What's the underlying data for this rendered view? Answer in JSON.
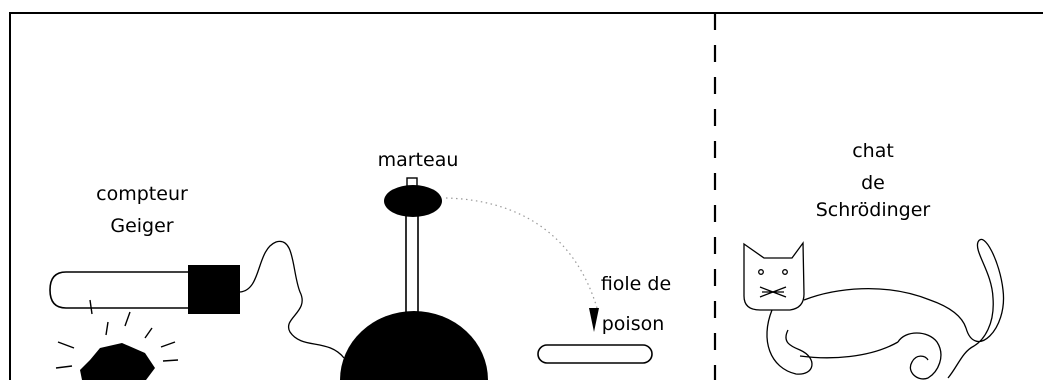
{
  "labels": {
    "geiger_line1": "compteur",
    "geiger_line2": "Geiger",
    "hammer": "marteau",
    "vial_line1": "fiole de",
    "vial_line2": "poison",
    "cat_line1": "chat",
    "cat_line2": "de",
    "cat_line3": "Schrödinger"
  },
  "icons": {
    "radioactive_source": "irregular-black-polygon-with-rays",
    "geiger_counter": "tube-with-black-box",
    "hammer": "black-oval-on-pole",
    "dome": "black-half-disc",
    "vial": "rounded-capsule",
    "arrow": "down-arrowhead",
    "cat": "line-drawing-cat"
  },
  "colors": {
    "ink": "#000000",
    "background": "#ffffff",
    "trajectory": "#999999"
  }
}
